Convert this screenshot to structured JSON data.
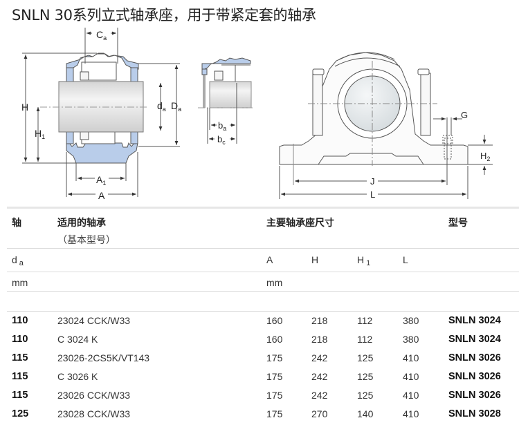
{
  "title": "SNLN 30系列立式轴承座，用于带紧定套的轴承",
  "drawing": {
    "labels": {
      "Ca": "C",
      "Ca_sub": "a",
      "H": "H",
      "H1": "H",
      "H1_sub": "1",
      "da": "d",
      "da_sub": "a",
      "Da": "D",
      "Da_sub": "a",
      "A1": "A",
      "A1_sub": "1",
      "A": "A",
      "ba": "b",
      "ba_sub": "a",
      "bc": "b",
      "bc_sub": "c",
      "G": "G",
      "H2": "H",
      "H2_sub": "2",
      "J": "J",
      "L": "L"
    },
    "colors": {
      "housing_fill": "#b9cdea",
      "outline": "#555555",
      "shaft": "#e4e4e4"
    }
  },
  "table": {
    "headers": {
      "shaft": "轴",
      "bearing": "适用的轴承",
      "bearing_sub": "（基本型号）",
      "dimensions": "主要轴承座尺寸",
      "designation": "型号"
    },
    "symbols": {
      "da": "d",
      "da_sub": "a",
      "A": "A",
      "H": "H",
      "H1": "H",
      "H1_sub": "1",
      "L": "L"
    },
    "units": {
      "shaft": "mm",
      "dimensions": "mm"
    },
    "rows": [
      {
        "da": "110",
        "bearing": "23024 CCK/W33",
        "A": "160",
        "H": "218",
        "H1": "112",
        "L": "380",
        "designation": "SNLN 3024"
      },
      {
        "da": "110",
        "bearing": "C 3024 K",
        "A": "160",
        "H": "218",
        "H1": "112",
        "L": "380",
        "designation": "SNLN 3024"
      },
      {
        "da": "115",
        "bearing": "23026-2CS5K/VT143",
        "A": "175",
        "H": "242",
        "H1": "125",
        "L": "410",
        "designation": "SNLN 3026"
      },
      {
        "da": "115",
        "bearing": "C 3026 K",
        "A": "175",
        "H": "242",
        "H1": "125",
        "L": "410",
        "designation": "SNLN 3026"
      },
      {
        "da": "115",
        "bearing": "23026 CCK/W33",
        "A": "175",
        "H": "242",
        "H1": "125",
        "L": "410",
        "designation": "SNLN 3026"
      },
      {
        "da": "125",
        "bearing": "23028 CCK/W33",
        "A": "175",
        "H": "270",
        "H1": "140",
        "L": "410",
        "designation": "SNLN 3028"
      }
    ]
  }
}
